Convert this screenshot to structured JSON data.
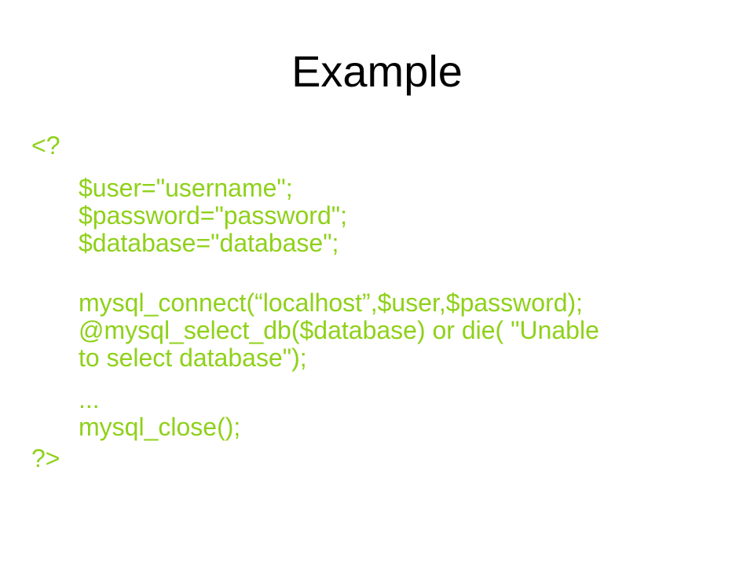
{
  "slide": {
    "title": "Example",
    "text_color": "#8fd11a",
    "title_color": "#000000",
    "code_lines": [
      "<?",
      "$user=\"username\";",
      "$password=\"password\";",
      "$database=\"database\";",
      "mysql_connect(“localhost”,$user,$password);",
      "@mysql_select_db($database) or die( \"Unable",
      "to select database\");",
      "...",
      "mysql_close();",
      "?>"
    ]
  }
}
